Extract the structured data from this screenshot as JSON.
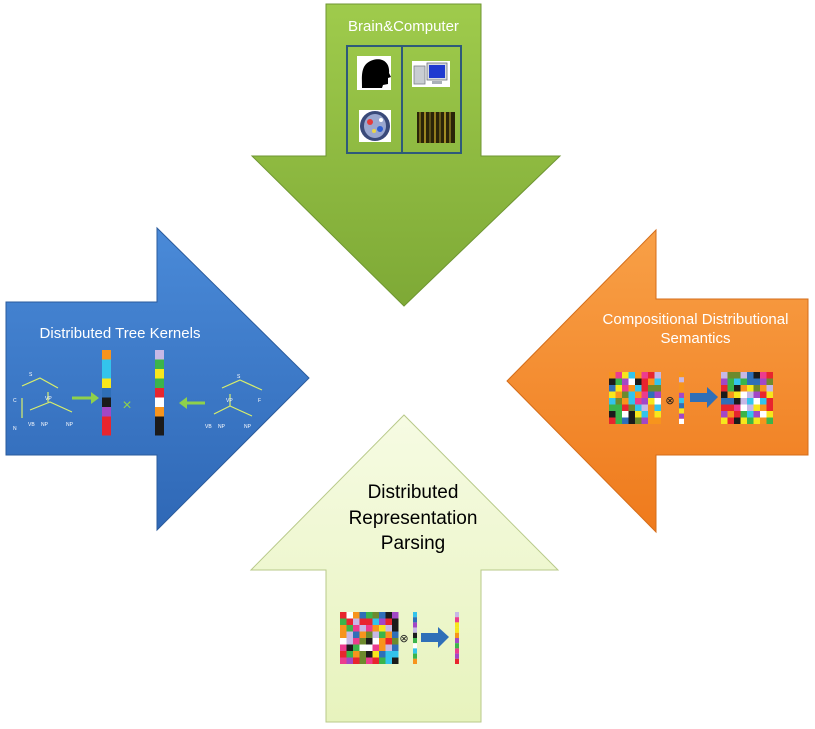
{
  "arrows": {
    "top": {
      "title": "Brain&Computer",
      "color": "#8cb83e",
      "panel_icons": [
        "head-silhouette-icon",
        "computer-icon",
        "brain-scan-icon",
        "signal-strips-icon"
      ]
    },
    "left": {
      "title": "Distributed Tree Kernels",
      "color": "#3d7acc",
      "tree_labels_a": [
        "S",
        "VP",
        "C",
        "N",
        "VB",
        "NP",
        "NP"
      ],
      "tree_labels_b": [
        "S",
        "VP",
        "F",
        "VB",
        "NP",
        "NP"
      ],
      "operator": "×"
    },
    "right": {
      "title": "Compositional Distributional Semantics",
      "color": "#f4892c",
      "operator": "⊗"
    },
    "bottom": {
      "title": "Distributed Representation Parsing",
      "color": "#eef7cc",
      "operator": "⊗"
    }
  },
  "palette": [
    "#e8252e",
    "#f7e71c",
    "#33c4ec",
    "#a347c6",
    "#3bb44a",
    "#f7941d",
    "#ec3c8e",
    "#1b1b1b",
    "#2f6fb8",
    "#ffffff",
    "#c7b8e6",
    "#6d8a2d"
  ]
}
